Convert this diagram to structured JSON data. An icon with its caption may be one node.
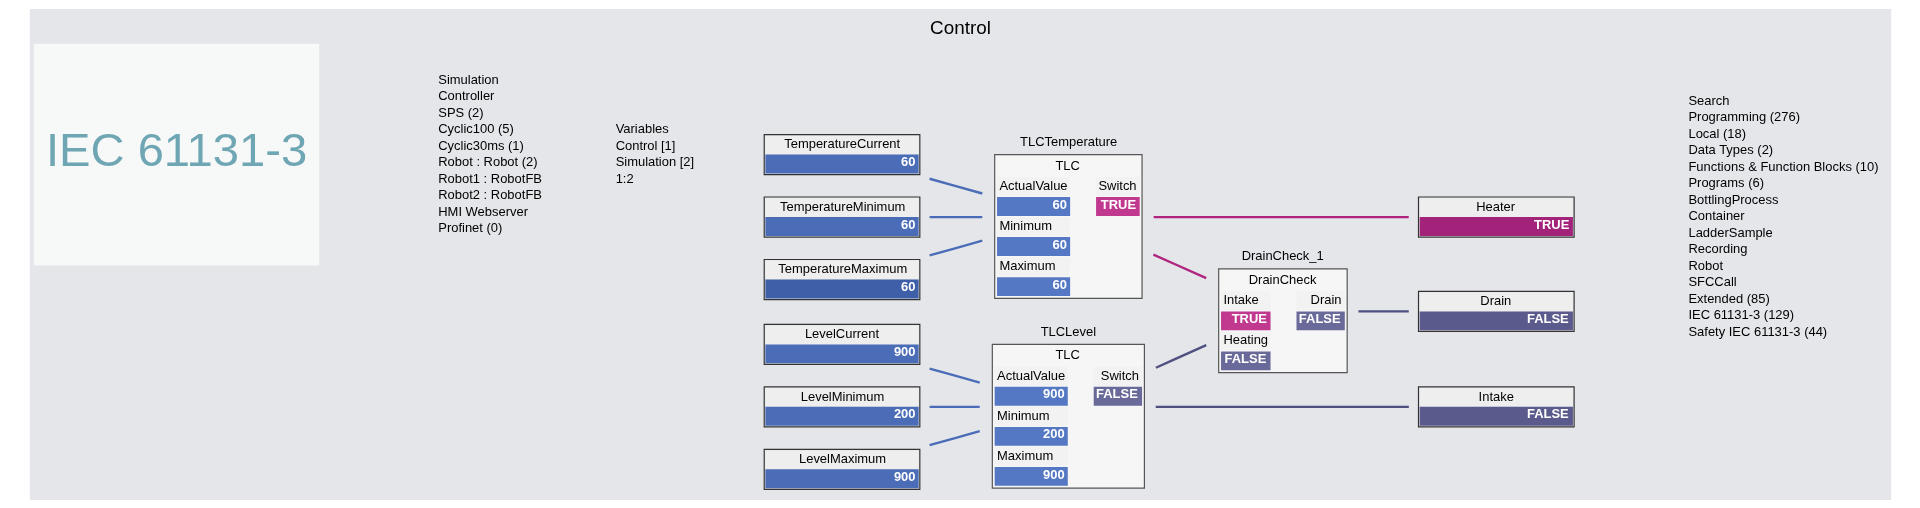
{
  "diagram": {
    "title": "Control",
    "nodes": [
      {
        "text": [
          "IEC 61131-3"
        ]
      },
      {
        "text": [
          "TemperatureCurrent",
          "60"
        ]
      },
      {
        "text": [
          "TemperatureMinimum",
          "60"
        ]
      },
      {
        "text": [
          "TemperatureMaximum",
          "60"
        ]
      },
      {
        "text": [
          "TLCTemperature",
          "TLC",
          "ActualValue",
          "60",
          "Minimum",
          "60",
          "Maximum",
          "60",
          "Switch",
          "TRUE"
        ]
      },
      {
        "text": [
          "Heater",
          "TRUE"
        ]
      },
      {
        "text": [
          "DrainCheck_1",
          "DrainCheck",
          "Intake",
          "TRUE",
          "Heating",
          "FALSE",
          "Drain",
          "FALSE"
        ]
      },
      {
        "text": [
          "Drain",
          "FALSE"
        ]
      },
      {
        "text": [
          "LevelCurrent",
          "900"
        ]
      },
      {
        "text": [
          "LevelMinimum",
          "200"
        ]
      },
      {
        "text": [
          "LevelMaximum",
          "900"
        ]
      },
      {
        "text": [
          "TLCLevel",
          "TLC",
          "ActualValue",
          "900",
          "Minimum",
          "200",
          "Maximum",
          "900",
          "Switch",
          "FALSE"
        ]
      },
      {
        "text": [
          "Intake",
          "FALSE"
        ]
      }
    ],
    "edges": [
      {
        "from": 1,
        "to": 4,
        "arrow": "none"
      },
      {
        "from": 2,
        "to": 4,
        "arrow": "none"
      },
      {
        "from": 3,
        "to": 4,
        "arrow": "none"
      },
      {
        "from": 4,
        "to": 5,
        "arrow": "none",
        "color": "#b0237e"
      },
      {
        "from": 4,
        "to": 6,
        "arrow": "none",
        "color": "#b0237e"
      },
      {
        "from": 6,
        "to": 7,
        "arrow": "none",
        "color": "#4f4f80"
      },
      {
        "from": 8,
        "to": 11,
        "arrow": "none"
      },
      {
        "from": 9,
        "to": 11,
        "arrow": "none"
      },
      {
        "from": 10,
        "to": 11,
        "arrow": "none"
      },
      {
        "from": 11,
        "to": 6,
        "arrow": "none",
        "color": "#4f4f80"
      },
      {
        "from": 11,
        "to": 12,
        "arrow": "none",
        "color": "#4f4f80"
      }
    ],
    "labels": [
      "Variables",
      "Control [1]",
      "Simulation [2]",
      "1:2",
      "Simulation",
      "Controller",
      "SPS (2)",
      "Cyclic100 (5)",
      "Cyclic30ms (1)",
      "Robot : Robot (2)",
      "Robot1 : RobotFB",
      "Robot2 : RobotFB",
      "HMI Webserver",
      "Profinet (0)",
      "Search",
      "Programming (276)",
      "Local (18)",
      "Data Types (2)",
      "Functions & Function Blocks (10)",
      "Programs (6)",
      "BottlingProcess",
      "Container",
      "LadderSample",
      "Recording",
      "Robot",
      "SFCCall",
      "Extended (85)",
      "IEC 61131-3 (129)",
      "Safety IEC 61131-3 (44)"
    ]
  }
}
